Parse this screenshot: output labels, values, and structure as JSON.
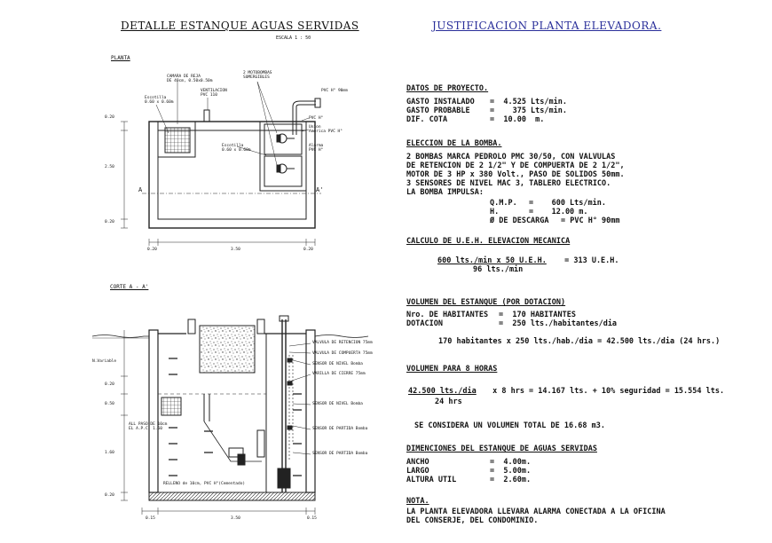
{
  "left": {
    "title": "DETALLE ESTANQUE AGUAS SERVIDAS",
    "scale": "ESCALA 1 : 50",
    "plan_label": "PLANTA",
    "section_label": "CORTE A - A'",
    "plan_notes": {
      "camara": "CAMARA DE REJA\nDE 40cm, 0.50x0.50m",
      "tapa": "Escotilla\n0.60 x 0.60m",
      "ventilacion": "VENTILACION\nPVC 110",
      "motobombas": "2 MOTOBOMBAS\nSUMERGIBLES",
      "pvc": "PVC H° 90mm",
      "pvc2": "PVC H°",
      "union": "Union\nAmerica PVC H°",
      "alarma": "Alarma\nPVC H°",
      "escotilla2": "Escotilla\n0.60 x 0.60m"
    },
    "plan_dims": {
      "top": "0.20",
      "mid": "2.50",
      "bot": "0.20",
      "w1": "0.20",
      "w2": "3.50",
      "w3": "0.20",
      "a": "A",
      "a2": "A'"
    },
    "section_notes": [
      "VALVULA DE RETENCION 75mm",
      "VALVULA DE COMPUERTA 75mm",
      "SENSOR DE NIVEL Bomba",
      "VARILLA DE CIERRE 75mm",
      "SENSOR DE NIVEL Bomba",
      "SENSOR DE PARTIDA Bomba",
      "SENSOR DE PARTIDA Bomba"
    ],
    "section_left_notes": {
      "nivel": "N.Variable",
      "ref": "ALL PASO DE 10cm\nEL A.P.C. 1.60",
      "bottom": "RELLENO de 10cm, PVC H°(Cementado)"
    },
    "section_dims": {
      "d1": "0.20",
      "d2": "0.50",
      "d3": "1.60",
      "d4": "0.20",
      "w1": "0.15",
      "w2": "3.50",
      "w3": "0.15"
    }
  },
  "right": {
    "title": "JUSTIFICACION PLANTA ELEVADORA.",
    "datos": {
      "heading": "DATOS DE PROYECTO.",
      "rows": [
        {
          "k": "GASTO INSTALADO",
          "v": "=  4.525 Lts/min."
        },
        {
          "k": "GASTO PROBABLE",
          "v": "=    375 Lts/min."
        },
        {
          "k": "DIF. COTA",
          "v": "=  10.00  m."
        }
      ]
    },
    "eleccion": {
      "heading": "ELECCION DE LA BOMBA.",
      "lines": [
        "2 BOMBAS MARCA PEDROLO PMC 30/50, CON VALVULAS",
        "DE RETENCION DE 2 1/2\" Y DE COMPUERTA DE 2 1/2\",",
        "MOTOR DE 3 HP x 380 Volt., PASO DE SOLIDOS 50mm.",
        "3 SENSORES DE NIVEL MAC 3, TABLERO ELECTRICO."
      ],
      "impulsa": "LA BOMBA IMPULSA:",
      "params": [
        {
          "k": "Q.M.P.",
          "v": "=    600 Lts/min."
        },
        {
          "k": "H.",
          "v": "=    12.00 m."
        },
        {
          "k": "Ø DE DESCARGA",
          "v": "= PVC H° 90mm"
        }
      ]
    },
    "calculo": {
      "heading": "CALCULO DE U.E.H. ELEVACION MECANICA",
      "line1": "600 lts./min x 50 U.E.H.",
      "line1b": " = 313 U.E.H.",
      "line2": "96 lts./min"
    },
    "volumen": {
      "heading": "VOLUMEN DEL ESTANQUE (POR DOTACION)",
      "rows": [
        {
          "k": "Nro. DE HABITANTES",
          "v": "=  170 HABITANTES"
        },
        {
          "k": "DOTACION",
          "v": "=  250 lts./habitantes/dia"
        }
      ],
      "calc": "170 habitantes  x 250 lts./hab./dia = 42.500 lts./dia (24 hrs.)"
    },
    "ocho": {
      "heading": "VOLUMEN PARA 8 HORAS",
      "line1": "42.500 lts./dia",
      "line1b": " x 8 hrs = 14.167 lts. + 10% seguridad = 15.554 lts.",
      "line2": "24 hrs",
      "considera": "SE CONSIDERA UN VOLUMEN TOTAL DE 16.68 m3."
    },
    "dimensiones": {
      "heading": "DIMENCIONES DEL ESTANQUE DE AGUAS SERVIDAS",
      "rows": [
        {
          "k": "ANCHO",
          "v": "=  4.00m."
        },
        {
          "k": "LARGO",
          "v": "=  5.00m."
        },
        {
          "k": "ALTURA UTIL",
          "v": "=  2.60m."
        }
      ]
    },
    "nota": {
      "heading": "NOTA.",
      "lines": [
        "LA PLANTA ELEVADORA LLEVARA ALARMA CONECTADA A LA OFICINA",
        "DEL CONSERJE, DEL CONDOMINIO."
      ]
    }
  }
}
